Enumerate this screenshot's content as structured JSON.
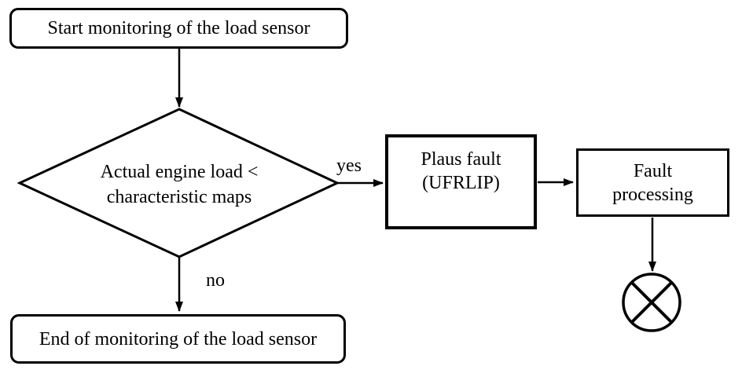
{
  "flowchart": {
    "background_color": "#ffffff",
    "line_color": "#000000",
    "nodes": {
      "start": {
        "shape": "rounded-rectangle",
        "label": "Start monitoring of the load sensor"
      },
      "decision": {
        "shape": "diamond",
        "line1": "Actual engine load <",
        "line2": "characteristic maps"
      },
      "plaus_fault": {
        "shape": "rectangle",
        "line1": "Plaus fault",
        "line2": "(UFRLIP)"
      },
      "fault_processing": {
        "shape": "rectangle",
        "line1": "Fault",
        "line2": "processing"
      },
      "end": {
        "shape": "rounded-rectangle",
        "label": "End of monitoring of the load sensor"
      },
      "terminator": {
        "shape": "circle-x"
      }
    },
    "edge_labels": {
      "yes": "yes",
      "no": "no"
    }
  }
}
